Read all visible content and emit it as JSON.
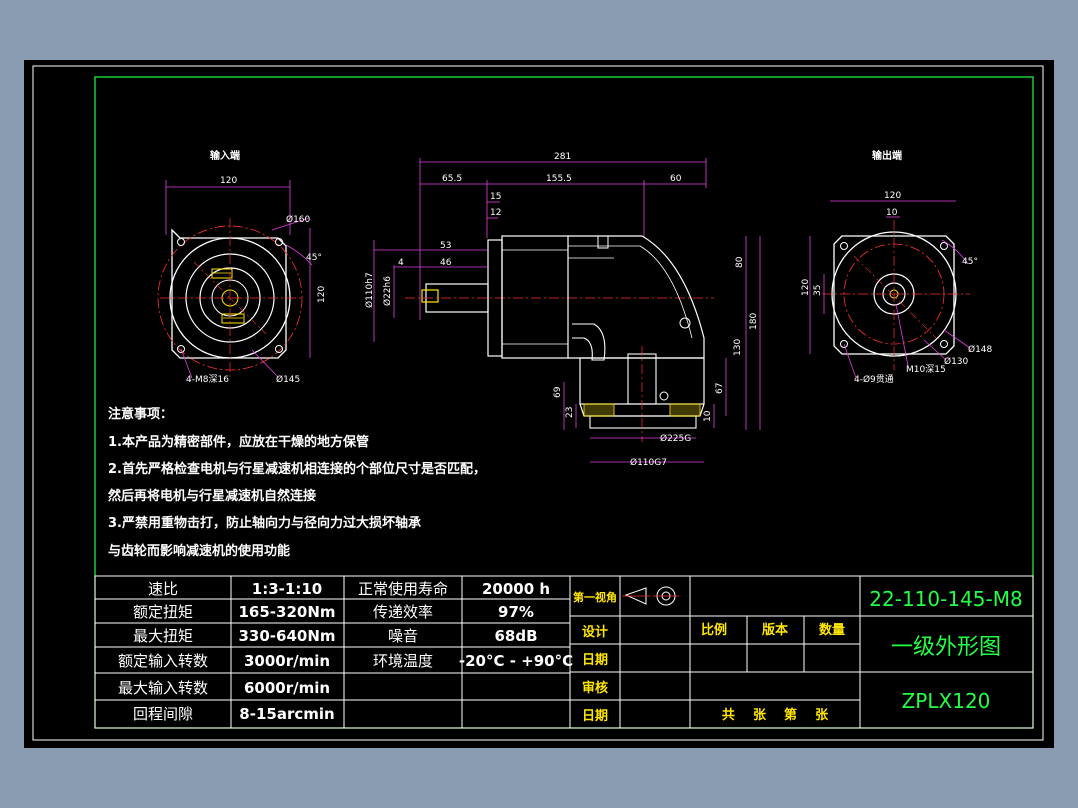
{
  "views": {
    "input_end_label": "输入端",
    "output_end_label": "输出端"
  },
  "dims": {
    "input": {
      "w120": "120",
      "d160": "Ø160",
      "h120": "120",
      "a45": "45°",
      "d145": "Ø145",
      "holes": "4-M8深16"
    },
    "side": {
      "d281": "281",
      "d65_5": "65.5",
      "d155_5": "155.5",
      "d60": "60",
      "d15": "15",
      "d12": "12",
      "d53": "53",
      "d46": "46",
      "d4": "4",
      "d110": "Ø110h7",
      "d22": "Ø22h6",
      "d80": "80",
      "d180": "180",
      "d130": "130",
      "d67": "67",
      "d10": "10",
      "d69": "69",
      "d23": "23",
      "d225": "Ø225G",
      "d110g": "Ø110G7"
    },
    "output": {
      "w120": "120",
      "d10": "10",
      "h120": "120",
      "d35": "35",
      "a45": "45°",
      "d148": "Ø148",
      "d130": "Ø130",
      "tap": "M10深15",
      "holes": "4-Ø9贯通"
    }
  },
  "notes": {
    "heading": "注意事项：",
    "lines": [
      "1.本产品为精密部件，应放在干燥的地方保管",
      "2.首先严格检查电机与行星减速机相连接的个部位尺寸是否匹配，",
      "然后再将电机与行星减速机自然连接",
      "3.严禁用重物击打，防止轴向力与径向力过大损坏轴承",
      "与齿轮而影响减速机的使用功能"
    ]
  },
  "specs": [
    {
      "label1": "速比",
      "value1": "1:3-1:10",
      "label2": "正常使用寿命",
      "value2": "20000 h"
    },
    {
      "label1": "额定扭矩",
      "value1": "165-320Nm",
      "label2": "传递效率",
      "value2": "97%"
    },
    {
      "label1": "最大扭矩",
      "value1": "330-640Nm",
      "label2": "噪音",
      "value2": "68dB"
    },
    {
      "label1": "额定输入转数",
      "value1": "3000r/min",
      "label2": "环境温度",
      "value2": "-20°C - +90°C"
    },
    {
      "label1": "最大输入转数",
      "value1": "6000r/min",
      "label2": "",
      "value2": ""
    },
    {
      "label1": "回程间隙",
      "value1": "8-15arcmin",
      "label2": "",
      "value2": ""
    }
  ],
  "title_block": {
    "first_angle": "第一视角",
    "design": "设计",
    "date1": "日期",
    "review": "审核",
    "date2": "日期",
    "scale": "比例",
    "version": "版本",
    "quantity": "数量",
    "sheets": "共    张    第    张",
    "drawing_no": "22-110-145-M8",
    "drawing_title": "一级外形图",
    "model": "ZPLX120"
  },
  "colors": {
    "background": "#8a9cb2",
    "sheet": "#000000",
    "frame": "#22ff44",
    "outline": "#ffffff",
    "center_lines": "#ff3030",
    "dimensions": "#e040e0",
    "text_accent": "#ffe600"
  }
}
